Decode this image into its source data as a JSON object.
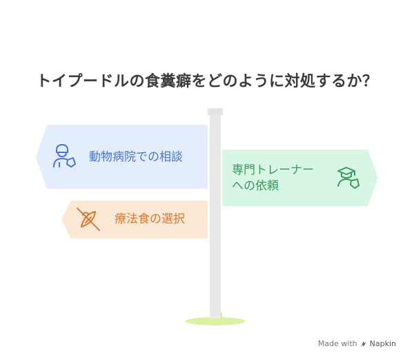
{
  "title": "トイプードルの食糞癖をどのように対処するか？",
  "signs": [
    {
      "label": "動物病院での相談",
      "icon": "doctor-icon",
      "color": "#4a74d6",
      "fill": "#e3edfb"
    },
    {
      "label": "専門トレーナー\nへの依頼",
      "icon": "trainer-icon",
      "color": "#3b9a5d",
      "fill": "#d8f6e4"
    },
    {
      "label": "療法食の選択",
      "icon": "no-food-icon",
      "color": "#d9772c",
      "fill": "#fde8d6"
    }
  ],
  "footer": {
    "made_with": "Made with",
    "brand": "Napkin"
  }
}
